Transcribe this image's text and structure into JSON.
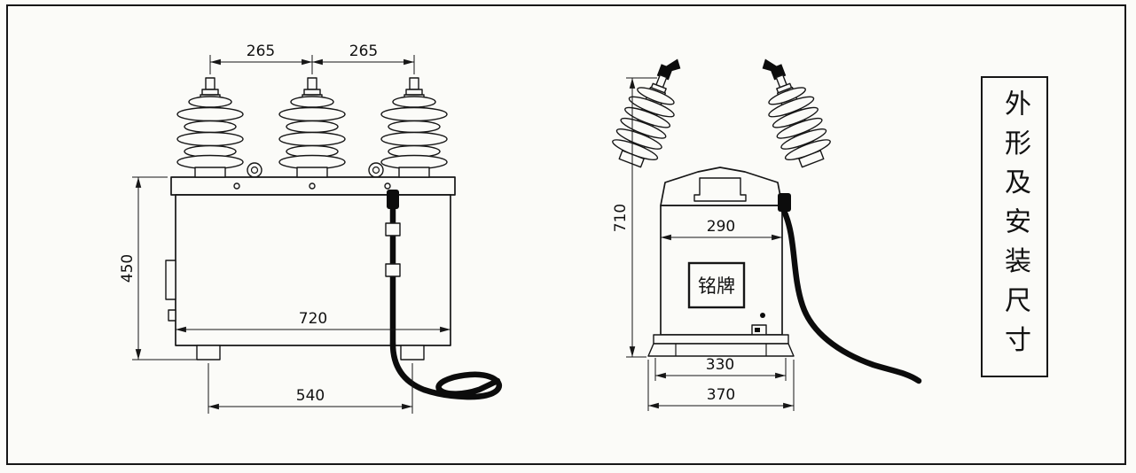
{
  "title_panel": {
    "text": "外形及安装尺寸"
  },
  "front_view": {
    "dims": {
      "bushing_spacing_left": "265",
      "bushing_spacing_right": "265",
      "body_height": "450",
      "body_width": "720",
      "mounting_width": "540"
    }
  },
  "side_view": {
    "dims": {
      "total_height": "710",
      "body_depth": "290",
      "mounting_depth": "330",
      "base_depth": "370"
    },
    "nameplate_text": "铭牌"
  },
  "colors": {
    "line": "#161616",
    "background": "#fbfbf8"
  }
}
